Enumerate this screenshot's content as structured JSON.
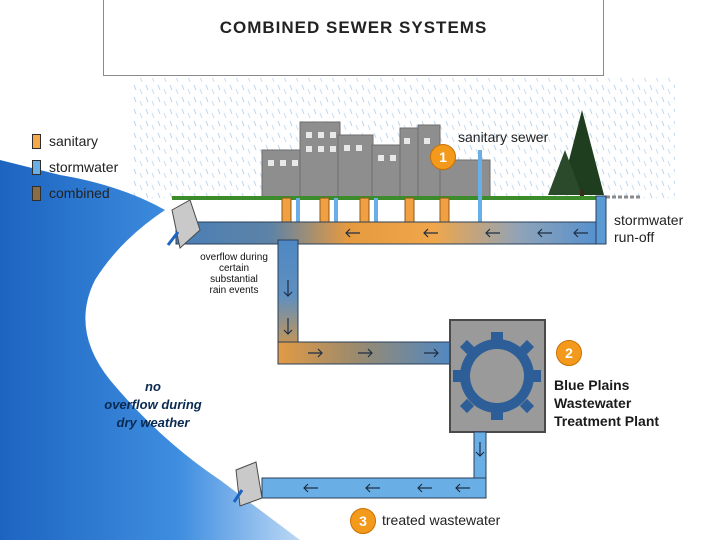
{
  "title": "COMBINED SEWER SYSTEMS",
  "legend": [
    {
      "label": "sanitary",
      "color": "#f5a94a"
    },
    {
      "label": "stormwater",
      "color": "#6aaee6"
    },
    {
      "label": "combined",
      "color": "#8a6d45"
    }
  ],
  "labels": {
    "sanitary_sewer": "sanitary sewer",
    "stormwater_runoff_1": "stormwater",
    "stormwater_runoff_2": "run-off",
    "overflow_1": "overflow during",
    "overflow_2": "certain",
    "overflow_3": "substantial",
    "overflow_4": "rain events",
    "river_1": "no",
    "river_2": "overflow during",
    "river_3": "dry weather",
    "plant_1": "Blue Plains",
    "plant_2": "Wastewater",
    "plant_3": "Treatment Plant",
    "treated": "treated wastewater"
  },
  "markers": {
    "m1": "1",
    "m2": "2",
    "m3": "3"
  },
  "colors": {
    "pipe_blue": "#5b9bd5",
    "pipe_orange": "#f0a040",
    "river": "#2f7fd6",
    "ground": "#3c8c2c",
    "buildings": "#8e8e8e",
    "plant_gray": "#9a9a9a",
    "marker_orange": "#f39a1d"
  }
}
